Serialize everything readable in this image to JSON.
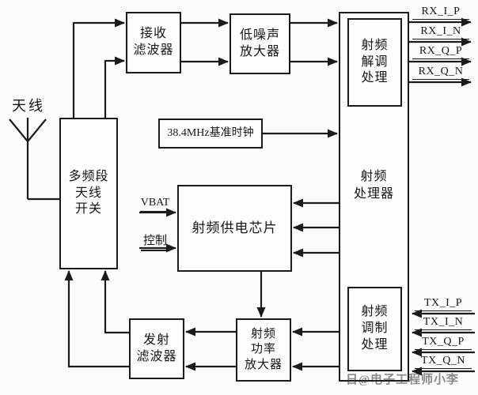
{
  "diagram": {
    "antenna_label": "天线",
    "boxes": {
      "antenna_switch": "多频段\n天线\n开关",
      "rx_filter": "接收\n滤波器",
      "lna": "低噪声\n放大器",
      "ref_clock": "38.4MHz基准时钟",
      "power_chip": "射频供电芯片",
      "tx_filter": "发射\n滤波器",
      "pa": "射频\n功率\n放大器",
      "rf_processor": "射频\n处理器",
      "demod": "射频\n解调\n处理",
      "mod": "射频\n调制\n处理"
    },
    "inputs": {
      "vbat": "VBAT",
      "ctrl": "控制"
    },
    "rx_ports": [
      "RX_I_P",
      "RX_I_N",
      "RX_Q_P",
      "RX_Q_N"
    ],
    "tx_ports": [
      "TX_I_P",
      "TX_I_N",
      "TX_Q_P",
      "TX_Q_N"
    ],
    "colors": {
      "line": "#1b1b1b",
      "background": "#fbfbfb"
    }
  },
  "watermark": "日@电子工程师小李"
}
